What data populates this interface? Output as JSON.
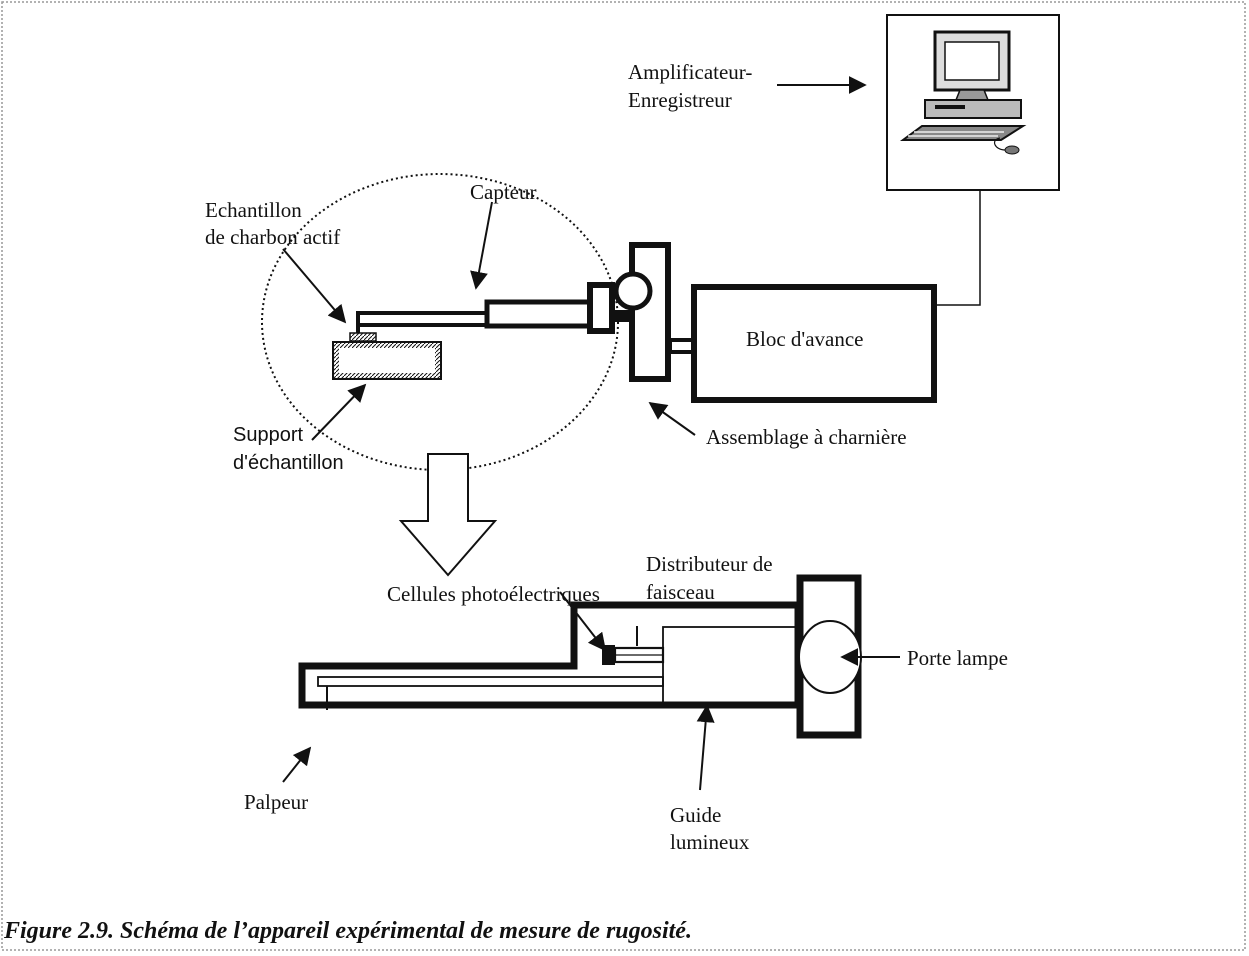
{
  "labels": {
    "amplificateur": "Amplificateur-",
    "enregistreur": "Enregistreur",
    "capteur": "Capteur",
    "echantillon_1": "Echantillon",
    "echantillon_2": "de charbon actif",
    "bloc_avance": "Bloc d'avance",
    "support_1": "Support",
    "support_2": "d'échantillon",
    "assemblage": "Assemblage à charnière",
    "distributeur_1": "Distributeur de",
    "distributeur_2": "faisceau",
    "cellules": "Cellules photoélectriques",
    "porte_lampe": "Porte lampe",
    "palpeur": "Palpeur",
    "guide_1": "Guide",
    "guide_2": "lumineux"
  },
  "caption": "Figure 2.9. Schéma de l’appareil expérimental de mesure de rugosité.",
  "icons": {
    "computer": "computer-icon",
    "arrow": "arrow-icon"
  },
  "colors": {
    "ink": "#111111",
    "frame": "#999999"
  }
}
